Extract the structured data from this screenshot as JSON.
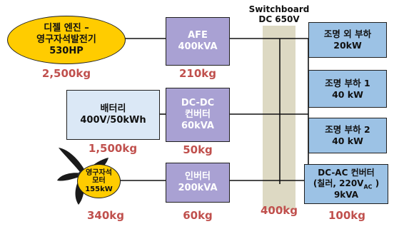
{
  "switchboard": {
    "line1": "Switchboard",
    "line2": "DC 650V",
    "weight": "400kg"
  },
  "engine": {
    "line1": "디젤 엔진 –",
    "line2": "영구자석발전기",
    "line3": "530HP",
    "weight": "2,500kg"
  },
  "afe": {
    "line1": "AFE",
    "line2": "400kVA",
    "weight": "210kg"
  },
  "battery": {
    "line1": "배터리",
    "line2": "400V/50kWh",
    "weight": "1,500kg"
  },
  "dcdc": {
    "line1": "DC-DC",
    "line2": "컨버터",
    "line3": "60kVA",
    "weight": "50kg"
  },
  "motor": {
    "line1": "영구자석",
    "line2": "모터",
    "line3": "155kW",
    "weight": "340kg"
  },
  "inverter": {
    "line1": "인버터",
    "line2": "200kVA",
    "weight": "60kg"
  },
  "load_outdoor": {
    "line1": "조명 외 부하",
    "line2": "20kW"
  },
  "load_light1": {
    "line1": "조명 부하 1",
    "line2": "40 kW"
  },
  "load_light2": {
    "line1": "조명 부하 2",
    "line2": "40 kW"
  },
  "dcac": {
    "line1": "DC-AC 컨버터",
    "line2_prefix": "(칠러, 220V",
    "line2_sub": "AC",
    "line2_suffix": " )",
    "line3": "9kVA",
    "weight": "100kg"
  },
  "colors": {
    "purple": "#a9a1d3",
    "blue": "#9cc2e5",
    "lightblue": "#dbe8f6",
    "yellow": "#ffcc00",
    "bus": "#ddd9c3",
    "weight": "#c0504d"
  },
  "icons": {
    "propeller": "propeller-icon"
  }
}
